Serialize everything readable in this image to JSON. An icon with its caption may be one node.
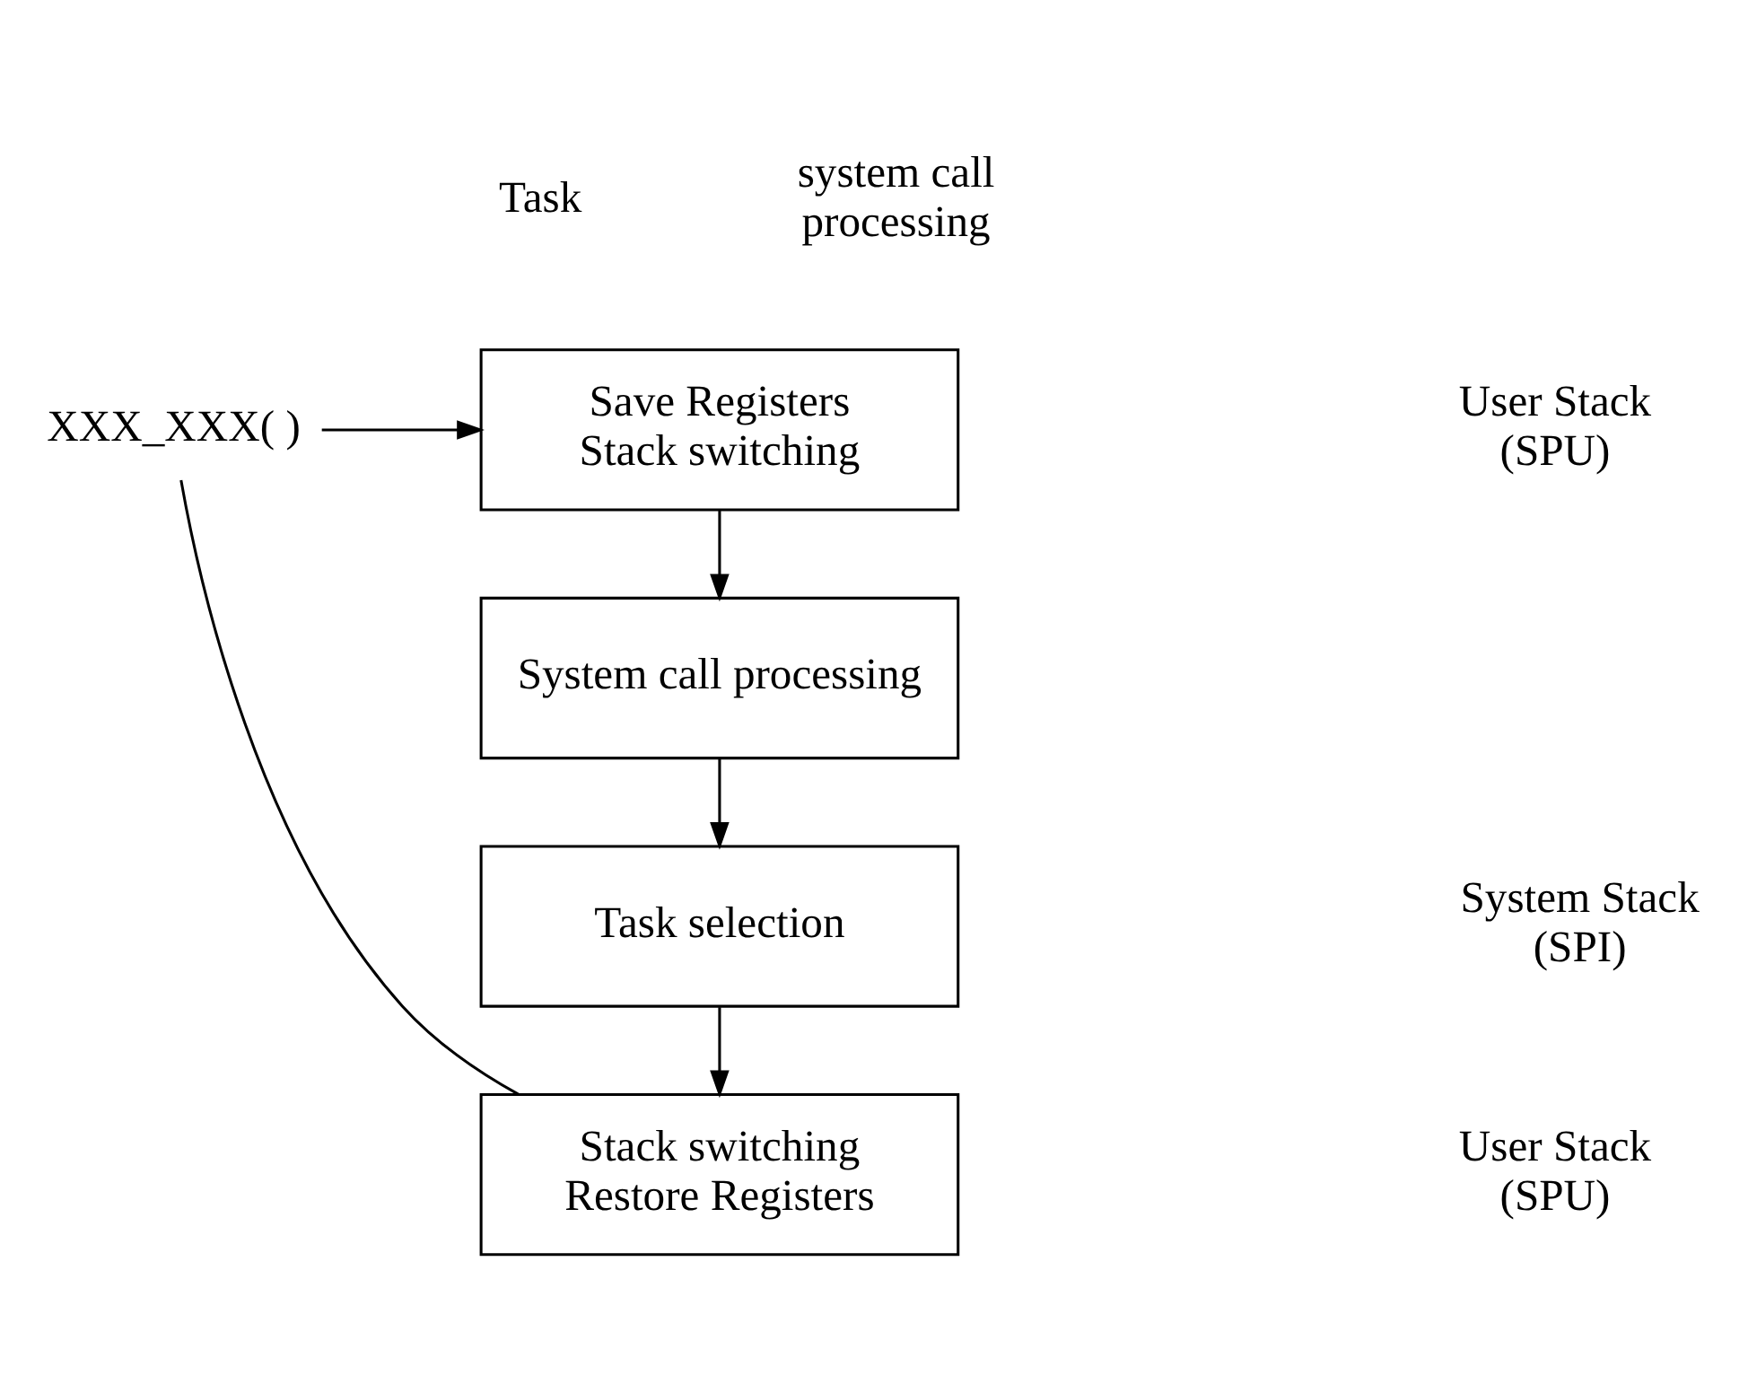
{
  "diagram": {
    "nodes": [
      {
        "text": [
          "XXX_XXX( )"
        ]
      },
      {
        "text": [
          "Save Registers Stack switching"
        ]
      },
      {
        "text": [
          "System call processing"
        ]
      },
      {
        "text": [
          "Task selection"
        ]
      },
      {
        "text": [
          "Stack switching Restore Registers"
        ]
      }
    ],
    "edges": [
      {
        "from": 0,
        "to": 1,
        "arrow": "to"
      },
      {
        "from": 1,
        "to": 2,
        "arrow": "to"
      },
      {
        "from": 2,
        "to": 3,
        "arrow": "to"
      },
      {
        "from": 3,
        "to": 4,
        "arrow": "to"
      },
      {
        "from": 4,
        "to": 0,
        "arrow": "none"
      }
    ],
    "labels": [
      "Task",
      "system call processing",
      "User Stack (SPU)",
      "System Stack (SPI)",
      "User Stack (SPU)"
    ]
  }
}
